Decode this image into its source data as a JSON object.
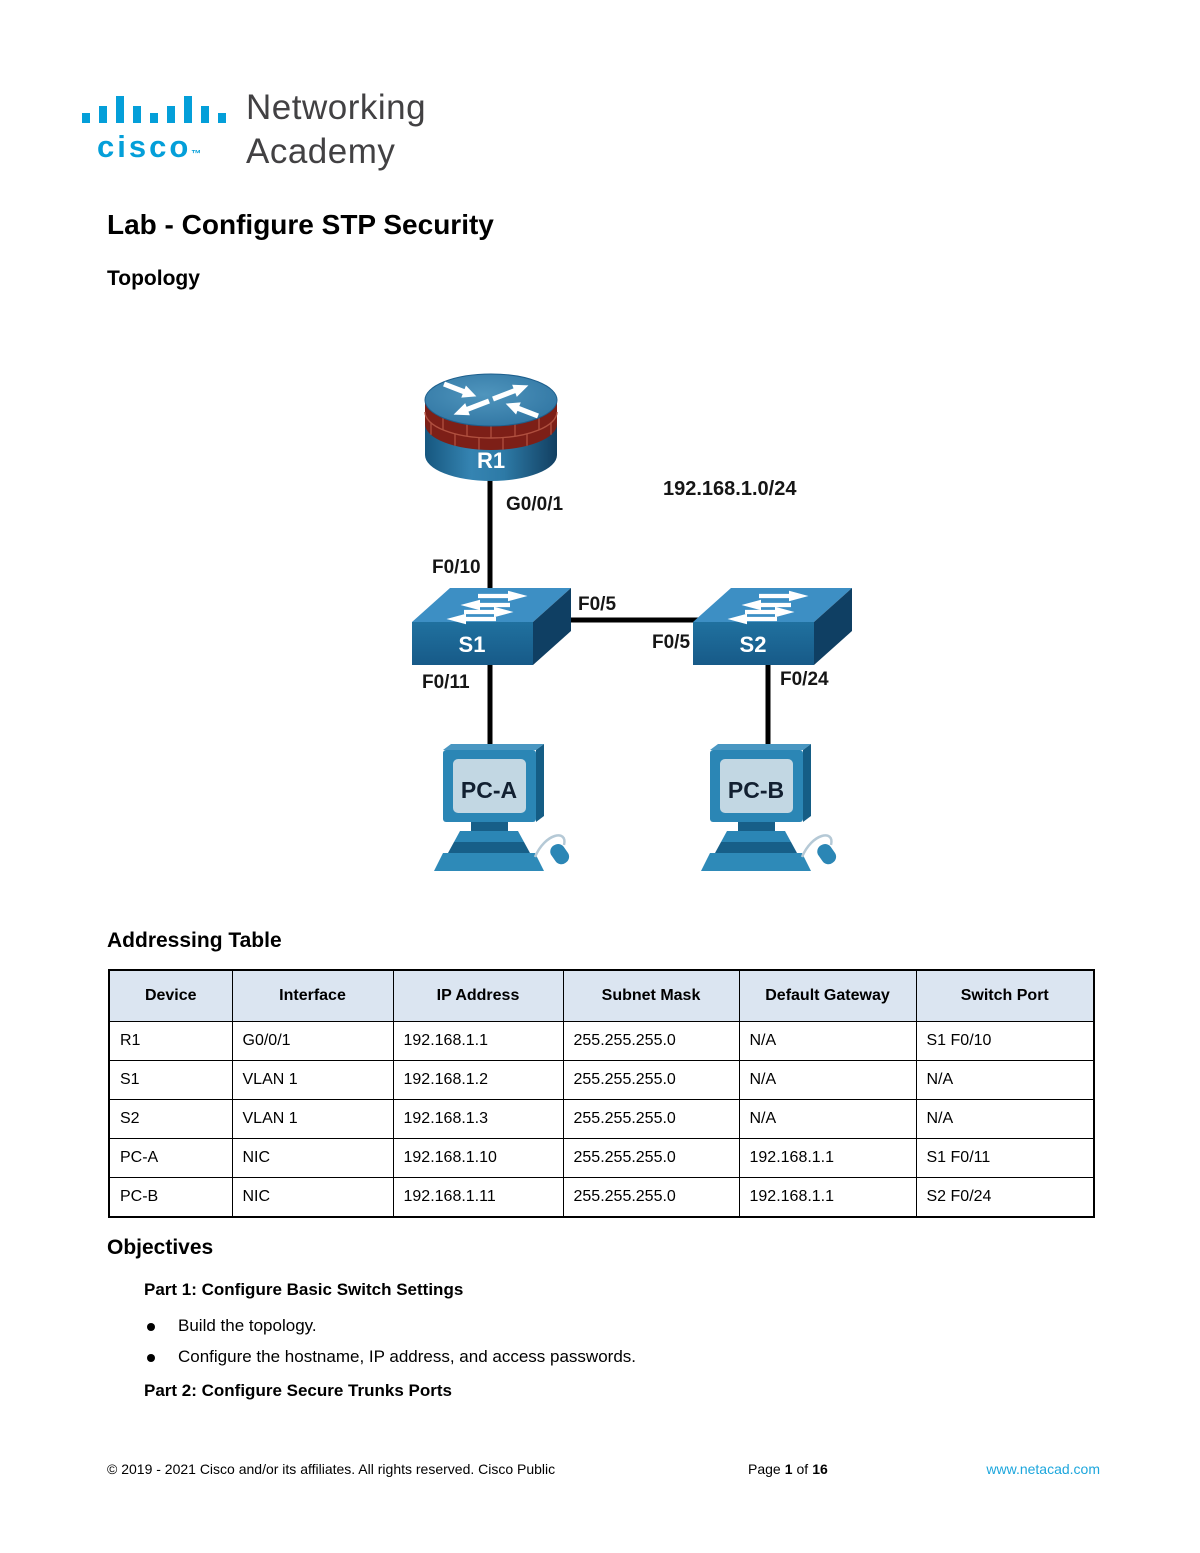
{
  "logo": {
    "brand": "cisco",
    "trademark": "™",
    "line1": "Networking",
    "line2": "Academy",
    "brand_color": "#049fd9",
    "text_color": "#424143"
  },
  "doc": {
    "title": "Lab - Configure STP Security",
    "topology_heading": "Topology",
    "addressing_heading": "Addressing Table",
    "objectives_heading": "Objectives"
  },
  "topology": {
    "network": "192.168.1.0/24",
    "router_name": "R1",
    "router_port": "G0/0/1",
    "s1_name": "S1",
    "s1_uplink": "F0/10",
    "s1_trunk": "F0/5",
    "s1_access": "F0/11",
    "s2_name": "S2",
    "s2_trunk": "F0/5",
    "s2_access": "F0/24",
    "pca_name": "PC-A",
    "pcb_name": "PC-B"
  },
  "table": {
    "headers": [
      "Device",
      "Interface",
      "IP Address",
      "Subnet Mask",
      "Default Gateway",
      "Switch Port"
    ],
    "rows": [
      [
        "R1",
        "G0/0/1",
        "192.168.1.1",
        "255.255.255.0",
        "N/A",
        "S1 F0/10"
      ],
      [
        "S1",
        "VLAN 1",
        "192.168.1.2",
        "255.255.255.0",
        "N/A",
        "N/A"
      ],
      [
        "S2",
        "VLAN 1",
        "192.168.1.3",
        "255.255.255.0",
        "N/A",
        "N/A"
      ],
      [
        "PC-A",
        "NIC",
        "192.168.1.10",
        "255.255.255.0",
        "192.168.1.1",
        "S1 F0/11"
      ],
      [
        "PC-B",
        "NIC",
        "192.168.1.11",
        "255.255.255.0",
        "192.168.1.1",
        "S2 F0/24"
      ]
    ]
  },
  "objectives": {
    "part1": "Part 1: Configure Basic Switch Settings",
    "bullet1": "Build the topology.",
    "bullet2": "Configure the hostname, IP address, and access passwords.",
    "part2": "Part 2: Configure Secure Trunks Ports"
  },
  "footer": {
    "copyright": "© 2019 - 2021 Cisco and/or its affiliates. All rights reserved. Cisco Public",
    "page_word": "Page",
    "page_number": "1",
    "of_word": "of",
    "page_total": "16",
    "website": "www.netacad.com",
    "link_color": "#1ca6dc"
  }
}
